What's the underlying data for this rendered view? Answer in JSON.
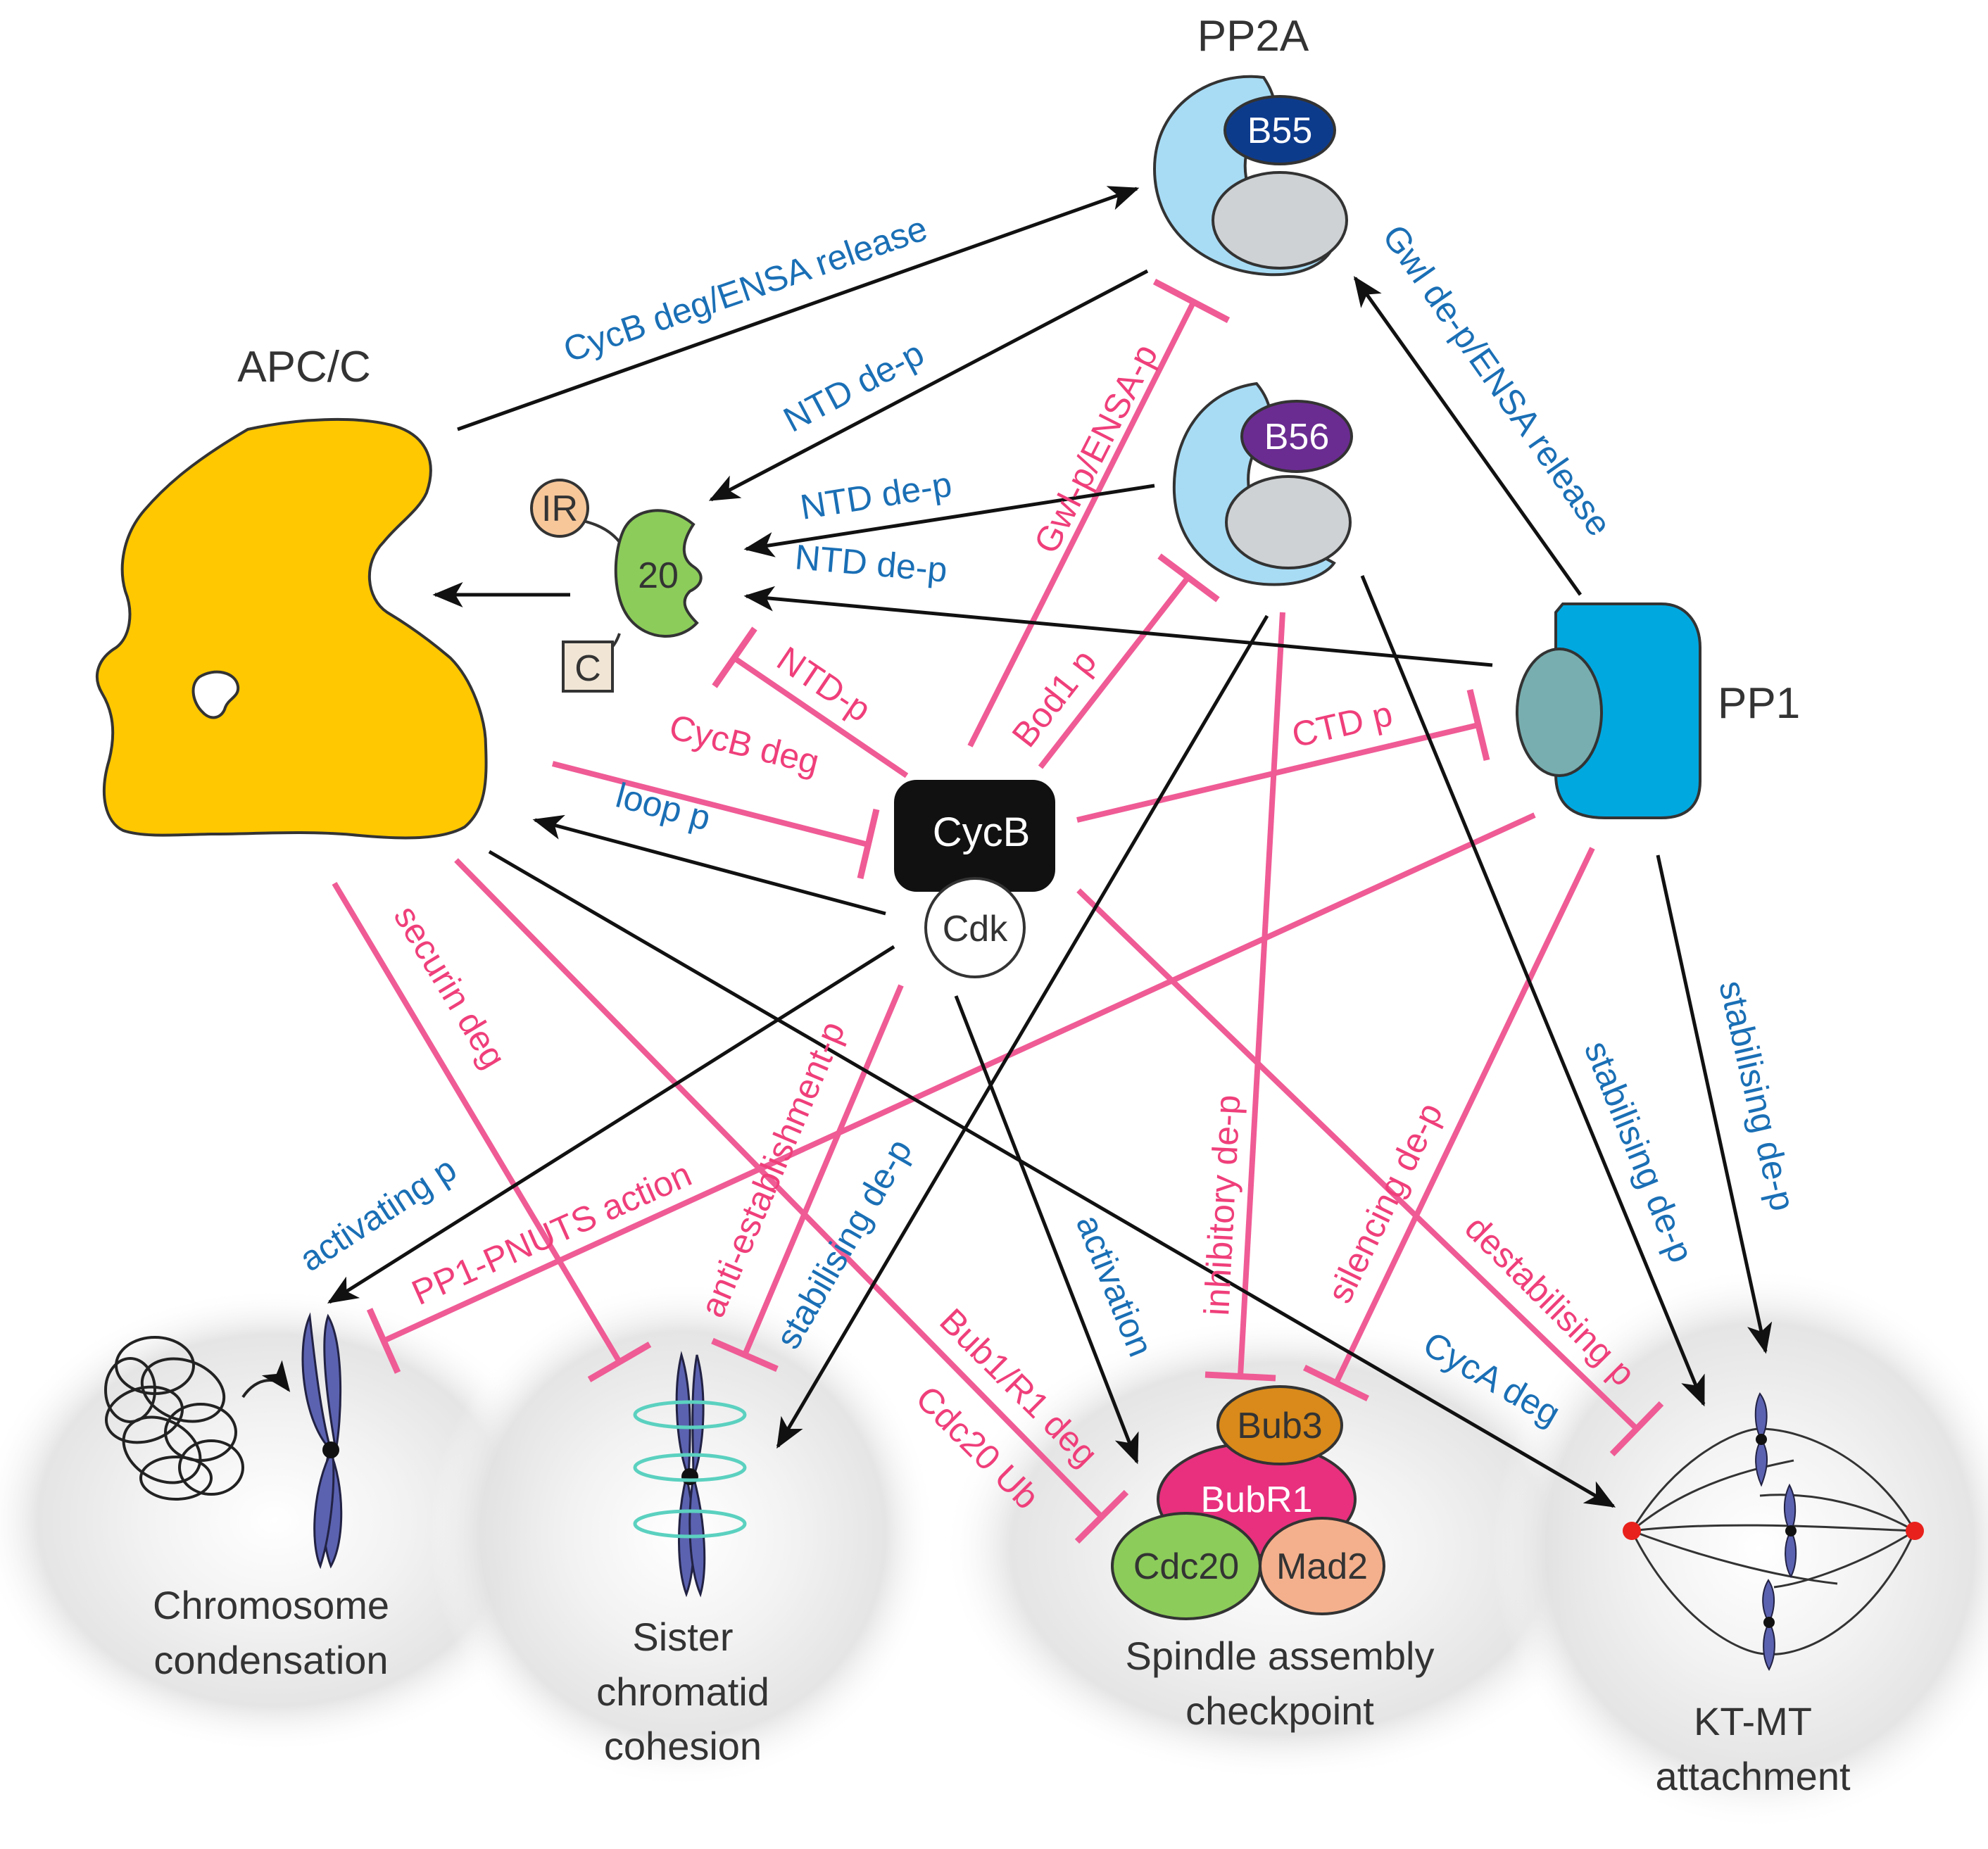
{
  "colors": {
    "activation_edge": "#111111",
    "inhibition_edge": "#ef5b95",
    "activation_label": "#1a6fb5",
    "inhibition_label": "#ef3f7a",
    "apcc": "#ffc800",
    "pp2a_scaffold": "#a8dcf5",
    "b55": "#0d3b8c",
    "b56": "#6a2c91",
    "pp1": "#00a8e0",
    "cdc20": "#8ccc5a",
    "bub3": "#d98a1a",
    "bubr1": "#e8307e",
    "mad2": "#f4b08c",
    "chromosome": "#5b62b0",
    "cohesin_ring": "#5bd1c0",
    "spindle_pole": "#e8211c"
  },
  "nodes": {
    "pp2a": "PP2A",
    "b55": "B55",
    "b56": "B56",
    "apcc": "APC/C",
    "cdc20_core": "20",
    "ir": "IR",
    "c": "C",
    "pp1": "PP1",
    "cycb": "CycB",
    "cdk": "Cdk",
    "bub3": "Bub3",
    "bubr1": "BubR1",
    "cdc20": "Cdc20",
    "mad2": "Mad2"
  },
  "outputs": {
    "condensation": [
      "Chromosome",
      "condensation"
    ],
    "cohesion": [
      "Sister",
      "chromatid",
      "cohesion"
    ],
    "sac": [
      "Spindle assembly",
      "checkpoint"
    ],
    "ktmt": [
      "KT-MT",
      "attachment"
    ]
  },
  "edges": {
    "cycb_deg_ensa_release": "CycB deg/ENSA release",
    "ntd_dep_b55": "NTD de-p",
    "ntd_dep_b56": "NTD de-p",
    "ntd_dep_pp1": "NTD de-p",
    "gwl_dep_ensa_release": "Gwl de-p/ENSA release",
    "gwl_p_ensa_p": "Gwl-p/ENSA-p",
    "bod1_p": "Bod1 p",
    "ntd_p": "NTD-p",
    "cycb_deg": "CycB deg",
    "loop_p": "loop p",
    "ctd_p": "CTD p",
    "securin_deg": "securin deg",
    "activating_p": "activating p",
    "pp1_pnuts_action": "PP1-PNUTS action",
    "anti_establishment_p": "anti-establishment-p",
    "stabilising_dep_cohesion": "stabilising de-p",
    "bub1_r1_deg": "Bub1/R1 deg",
    "cdc20_ub": "Cdc20 Ub",
    "activation": "activation",
    "inhibitory_dep": "inhibitory de-p",
    "silencing_dep": "silencing de-p",
    "destabilising_p": "destabilising p",
    "cyca_deg": "CycA deg",
    "stabilising_dep_b56": "stabilising de-p",
    "stabilising_dep_pp1": "stabilising de-p"
  }
}
